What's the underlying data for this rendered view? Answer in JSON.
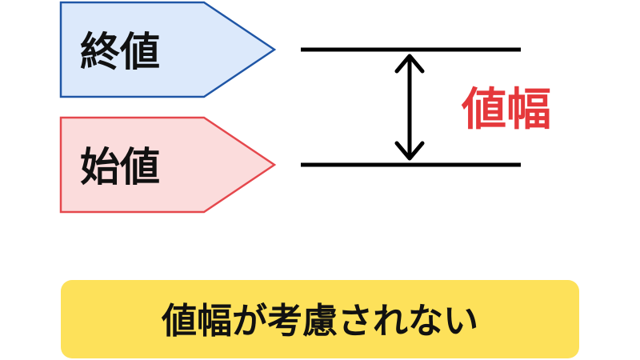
{
  "tags": {
    "end": {
      "label": "終値",
      "fill": "#dce9fb",
      "stroke": "#1f56a6"
    },
    "start": {
      "label": "始値",
      "fill": "#fbdcdc",
      "stroke": "#e5484d"
    }
  },
  "range": {
    "label": "値幅",
    "color": "#e5383b"
  },
  "banner": {
    "text": "値幅が考慮されない",
    "fill": "#fde15a"
  }
}
